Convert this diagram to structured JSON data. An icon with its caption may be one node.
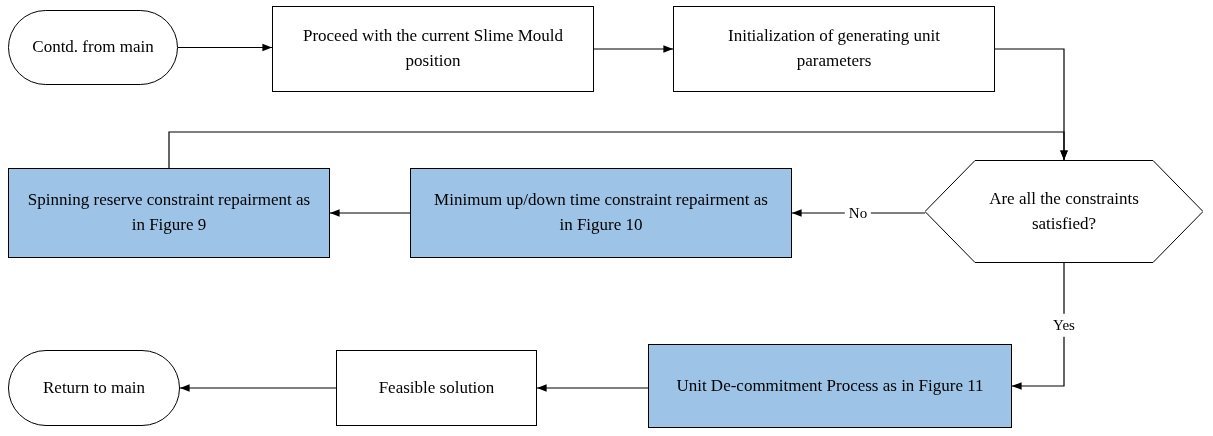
{
  "diagram": {
    "nodes": [
      {
        "text": [
          "Contd. from main"
        ]
      },
      {
        "text": [
          "Proceed with the current Slime Mould position"
        ]
      },
      {
        "text": [
          "Initialization of generating unit parameters"
        ]
      },
      {
        "text": [
          "Are all the constraints satisfied?"
        ]
      },
      {
        "text": [
          "Minimum up/down time constraint repairment as in Figure 10"
        ]
      },
      {
        "text": [
          "Spinning reserve constraint repairment as in Figure 9"
        ]
      },
      {
        "text": [
          "Unit De-commitment Process as in Figure 11"
        ]
      },
      {
        "text": [
          "Feasible solution"
        ]
      },
      {
        "text": [
          "Return to main"
        ]
      }
    ],
    "edges": [
      {
        "from": 0,
        "to": 1,
        "arrow": "to"
      },
      {
        "from": 1,
        "to": 2,
        "arrow": "to"
      },
      {
        "from": 2,
        "to": 3,
        "arrow": "to"
      },
      {
        "from": 5,
        "to": 3,
        "arrow": "to"
      },
      {
        "from": 3,
        "to": 4,
        "arrow": "to",
        "label": "No"
      },
      {
        "from": 4,
        "to": 5,
        "arrow": "to"
      },
      {
        "from": 3,
        "to": 6,
        "arrow": "to",
        "label": "Yes"
      },
      {
        "from": 6,
        "to": 7,
        "arrow": "to"
      },
      {
        "from": 7,
        "to": 8,
        "arrow": "to"
      }
    ]
  }
}
